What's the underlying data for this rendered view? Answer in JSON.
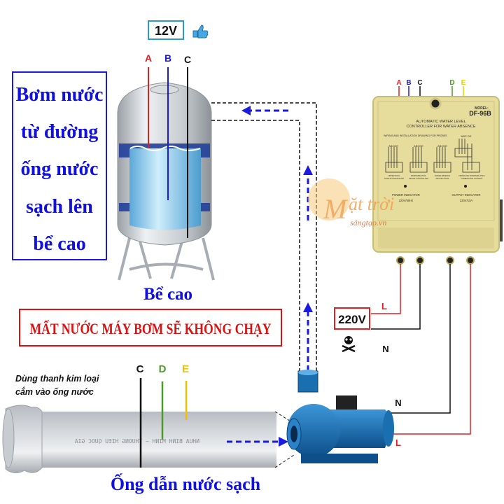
{
  "top_voltage": "12V",
  "tank_probes": [
    {
      "label": "A",
      "color": "#e02020"
    },
    {
      "label": "B",
      "color": "#1a1ae0"
    },
    {
      "label": "C",
      "color": "#111111"
    }
  ],
  "description_lines": [
    "Bơm nước",
    "từ đường",
    "ống nước",
    "sạch lên",
    "bể cao"
  ],
  "tank_label": "Bể cao",
  "warning": "MẤT NƯỚC MÁY BƠM SẼ KHÔNG CHẠY",
  "controller": {
    "probes": [
      {
        "label": "A",
        "color": "#e02020"
      },
      {
        "label": "B",
        "color": "#1a1ae0"
      },
      {
        "label": "C",
        "color": "#111111"
      },
      {
        "label": "D",
        "color": "#4a9a2a"
      },
      {
        "label": "E",
        "color": "#e8d000"
      }
    ],
    "model_caption": "MODEL:",
    "model": "DF-96B",
    "title_line1": "AUTOMATIC WATER LEVEL",
    "title_line2": "CONTROLLER FOR WATER ABSENCE",
    "drawing_caption": "WIRING AND INSTALLATION DRAWING FOR PROBES",
    "diagrams": [
      {
        "letters": "ABCDE",
        "caption1": "UPPER POOL",
        "caption2": "SINGLE CONTROLLED"
      },
      {
        "letters": "ABCDE",
        "caption1": "DOWNSIDE POOL",
        "caption2": "SINGLE CONTROLLED"
      },
      {
        "letters": "ABCDE",
        "caption1": "WATER ABSENCE",
        "caption2": "PROTECTIONS"
      },
      {
        "letters": "ABC  DE",
        "caption1": "UPPER AND DOWNSIDE POOL",
        "caption2": "COMBINATIVE CONTROL"
      }
    ],
    "power_indicator": "POWER INDICATOR",
    "power_rating": "220V/50Hz",
    "output_indicator": "OUTPUT INDICATOR",
    "output_rating": "220V/10A"
  },
  "supply": {
    "voltage": "220V",
    "live": "L",
    "neutral": "N"
  },
  "pump_wires": {
    "neutral": "N",
    "live": "L"
  },
  "pipe_probes": [
    {
      "label": "C",
      "color": "#111111"
    },
    {
      "label": "D",
      "color": "#4a9a2a"
    },
    {
      "label": "E",
      "color": "#f0c000"
    }
  ],
  "pipe_note_line1": "Dùng thanh kim loại",
  "pipe_note_line2": "cắm vào ống nước",
  "pipe_print": "NHUA BINH MINH ~ THUONG HIEU QUOC GIA",
  "pipe_label": "Ống dẫn nước sạch",
  "watermark": {
    "line1": "Mặt trời",
    "line2": "sángtạo.vn"
  },
  "colors": {
    "accent_blue": "#1010e0",
    "warning_red": "#e01010",
    "controller_body": "#e6dc9c",
    "pump_blue": "#1a6fb0"
  }
}
